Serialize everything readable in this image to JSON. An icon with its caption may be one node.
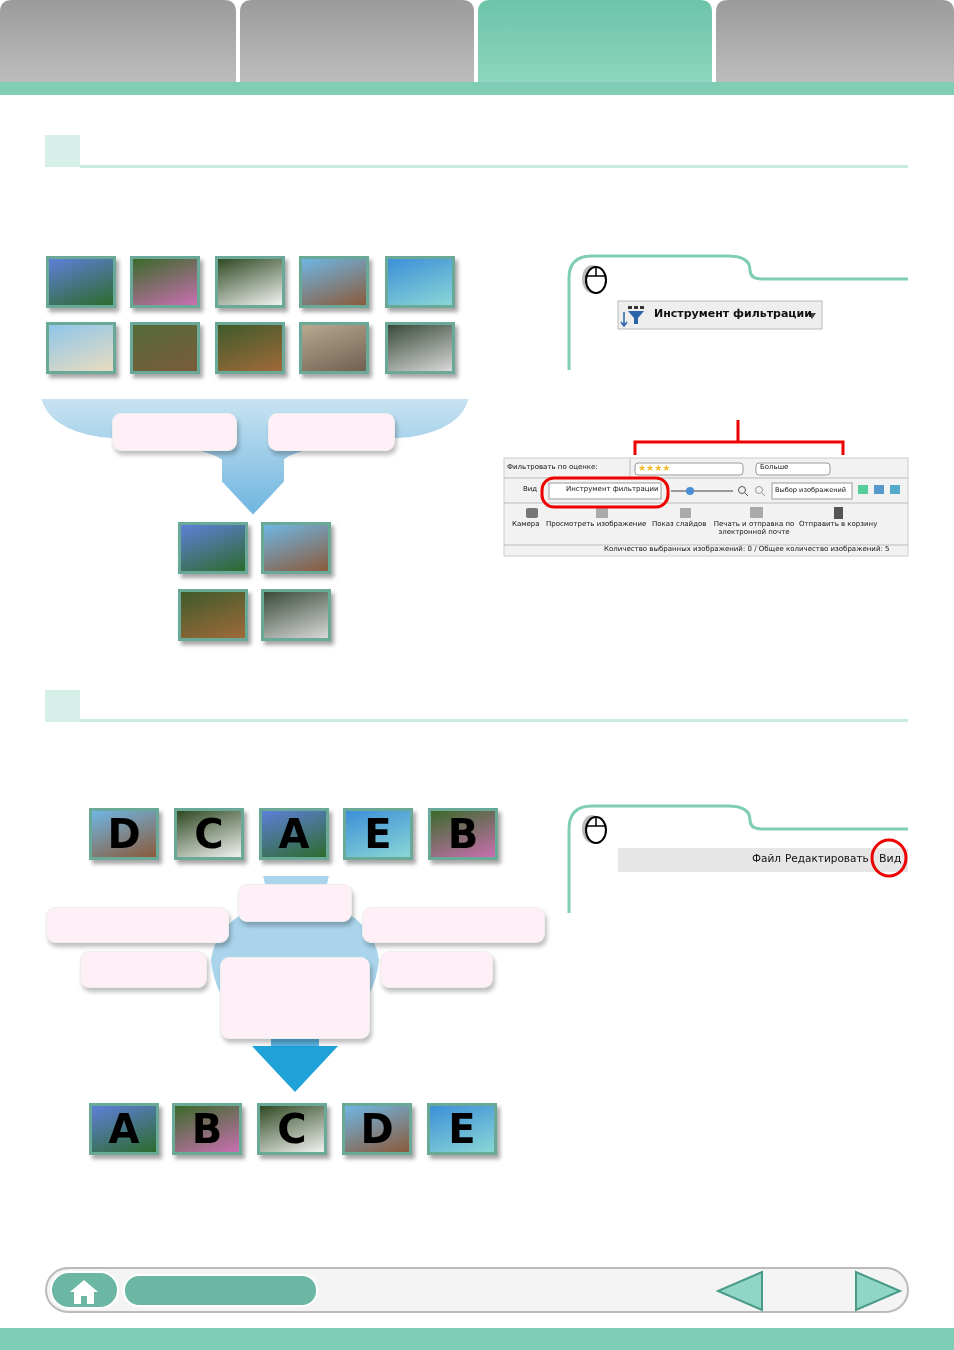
{
  "diagram": {
    "nodes": [
      {
        "text": [],
        "shape": "picture"
      },
      {
        "text": [],
        "shape": "picture"
      },
      {
        "text": [],
        "shape": "picture"
      },
      {
        "text": [],
        "shape": "picture"
      },
      {
        "text": [],
        "shape": "picture"
      },
      {
        "text": [],
        "shape": "picture"
      },
      {
        "text": [],
        "shape": "picture"
      },
      {
        "text": [],
        "shape": "picture"
      },
      {
        "text": [],
        "shape": "picture"
      },
      {
        "text": [],
        "shape": "picture"
      },
      {
        "text": [],
        "shape": "box"
      },
      {
        "text": [],
        "shape": "box"
      },
      {
        "text": [],
        "shape": "picture"
      },
      {
        "text": [],
        "shape": "picture"
      },
      {
        "text": [],
        "shape": "picture"
      },
      {
        "text": [],
        "shape": "picture"
      },
      {
        "text": [
          "D"
        ]
      },
      {
        "text": [
          "C"
        ]
      },
      {
        "text": [
          "A"
        ]
      },
      {
        "text": [
          "E"
        ]
      },
      {
        "text": [
          "B"
        ]
      },
      {
        "text": [],
        "shape": "box"
      },
      {
        "text": [],
        "shape": "box"
      },
      {
        "text": [],
        "shape": "box"
      },
      {
        "text": [],
        "shape": "box"
      },
      {
        "text": [],
        "shape": "box"
      },
      {
        "text": [],
        "shape": "box"
      },
      {
        "text": [
          "A"
        ]
      },
      {
        "text": [
          "B"
        ]
      },
      {
        "text": [
          "C"
        ]
      },
      {
        "text": [
          "D"
        ]
      },
      {
        "text": [
          "E"
        ]
      }
    ],
    "edges": [
      {
        "from": 25,
        "to": 29,
        "arrow": "to"
      }
    ],
    "labels": [
      "Инструмент фильтрации",
      "Фильтровать по оценке:",
      "★★★★",
      "Больше",
      "Вид",
      "Инструмент фильтрации",
      "Выбор изображений",
      "Камера",
      "Просмотреть изображение",
      "Показ слайдов",
      "Печать и отправка по электронной почте",
      "Отправить в корзину",
      "Количество выбранных изображений: 0 / Общее количество изображений: 5",
      "Файл",
      "Редактировать",
      "Вид"
    ]
  }
}
